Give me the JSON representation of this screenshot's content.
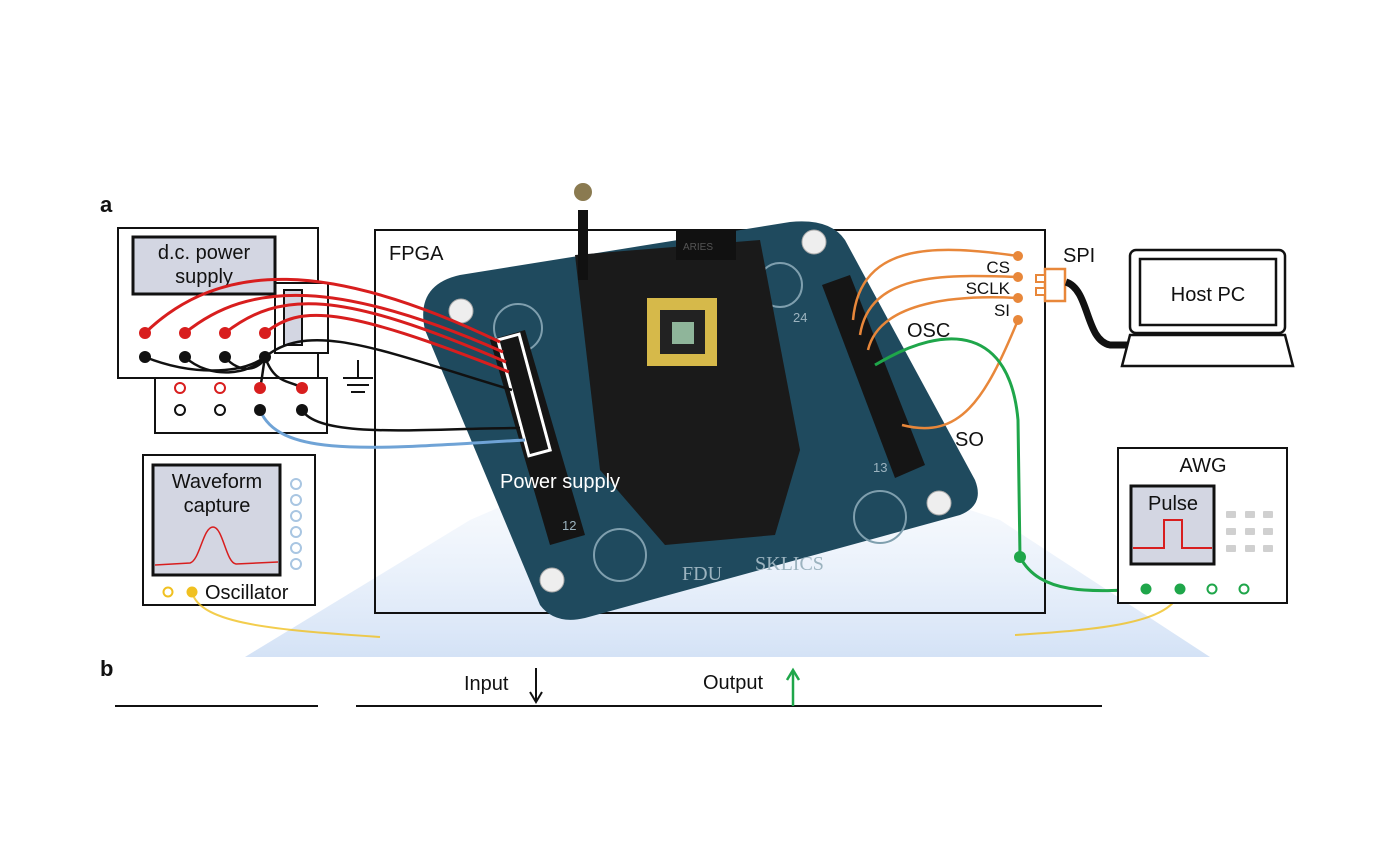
{
  "panels": {
    "a": "a",
    "b": "b"
  },
  "dc_supply": {
    "title_line1": "d.c. power",
    "title_line2": "supply"
  },
  "waveform": {
    "title_line1": "Waveform",
    "title_line2": "capture",
    "device": "Oscillator"
  },
  "fpga": {
    "title": "FPGA",
    "power_supply": "Power supply",
    "board_text1": "FDU",
    "board_text2": "SKLICS",
    "socket_text": "ARIES",
    "pin24": "24",
    "pin12": "12",
    "pin13": "13"
  },
  "spi": {
    "label": "SPI",
    "pins": [
      "CS",
      "SCLK",
      "SI"
    ],
    "so": "SO",
    "osc": "OSC"
  },
  "host": {
    "label": "Host PC"
  },
  "awg": {
    "title": "AWG",
    "display": "Pulse"
  },
  "panel_b": {
    "input": "Input",
    "output": "Output"
  },
  "colors": {
    "power": "#d81e1e",
    "ground": "#111111",
    "spi": "#e8873a",
    "osc": "#1fa64a",
    "trigger": "#f0c020",
    "probe": "#6fa3d6",
    "board": "#1f4a5e"
  }
}
